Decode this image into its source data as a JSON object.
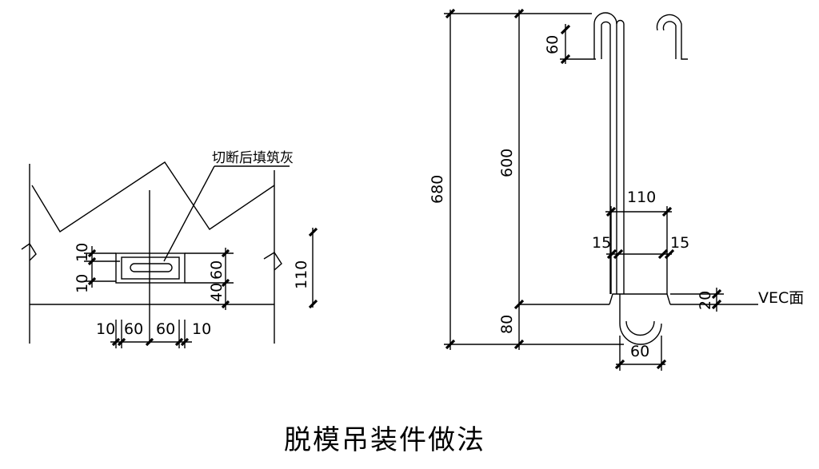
{
  "drawing": {
    "title": "脱模吊装件做法",
    "note": "切断后填筑灰",
    "ref_label": "VEC面",
    "left_view": {
      "dim_top": "10",
      "dim_mid": "10",
      "dim_right_upper": "60",
      "dim_right_lower": "40",
      "dim_side": "110",
      "dim_bottom": [
        "10",
        "60",
        "60",
        "10"
      ]
    },
    "right_view": {
      "dim_overall": "680",
      "dim_inner": "600",
      "dim_hook": "60",
      "dim_width": "110",
      "dim_gap_left": "15",
      "dim_gap_right": "15",
      "dim_recess": "20",
      "dim_bottom_offset": "80",
      "dim_loop": "60"
    }
  }
}
